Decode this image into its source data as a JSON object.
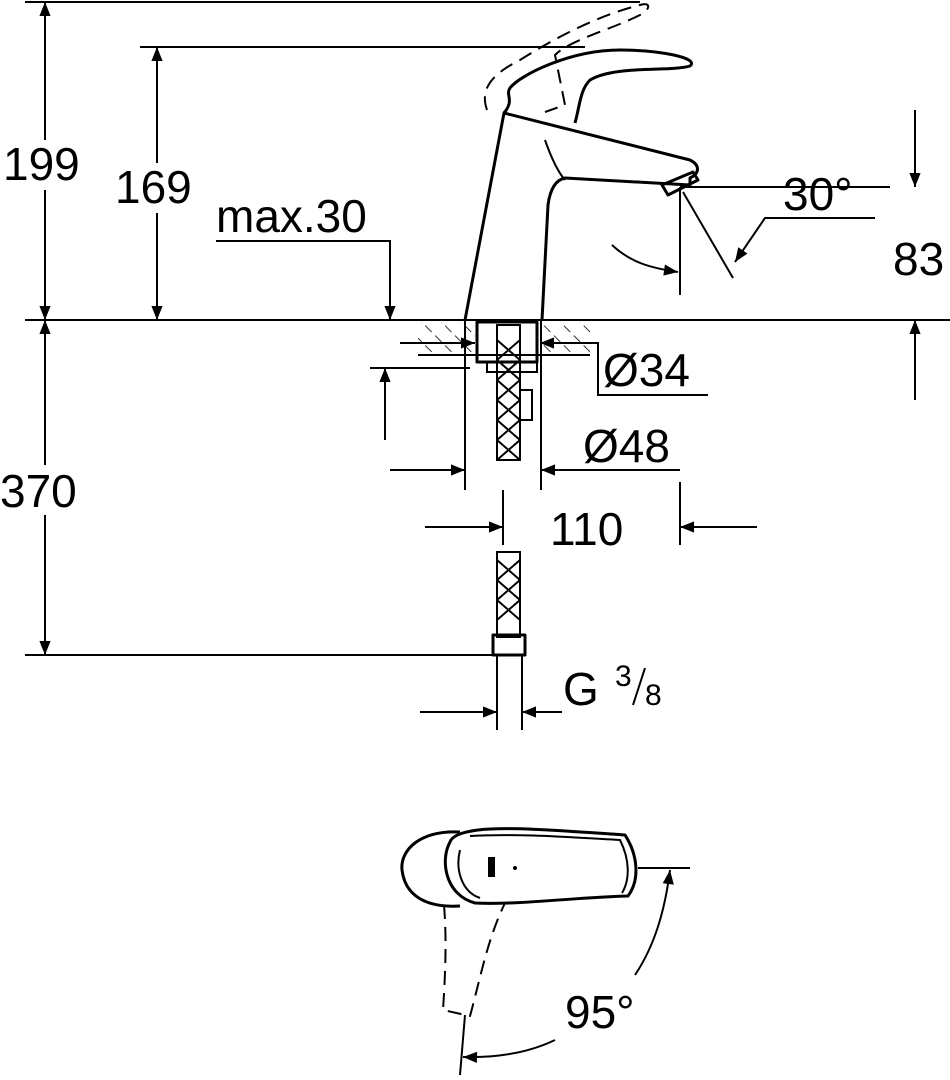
{
  "drawing": {
    "dimensions": {
      "total_height": "199",
      "spout_height": "169",
      "max_deck": "max.30",
      "spout_angle": "30°",
      "spout_outlet_height": "83",
      "hole_diameter": "Ø34",
      "base_diameter": "Ø48",
      "below_deck": "370",
      "projection": "110",
      "connection_g": "G",
      "connection_num": "3",
      "connection_den": "8",
      "lever_rotation": "95°"
    }
  }
}
